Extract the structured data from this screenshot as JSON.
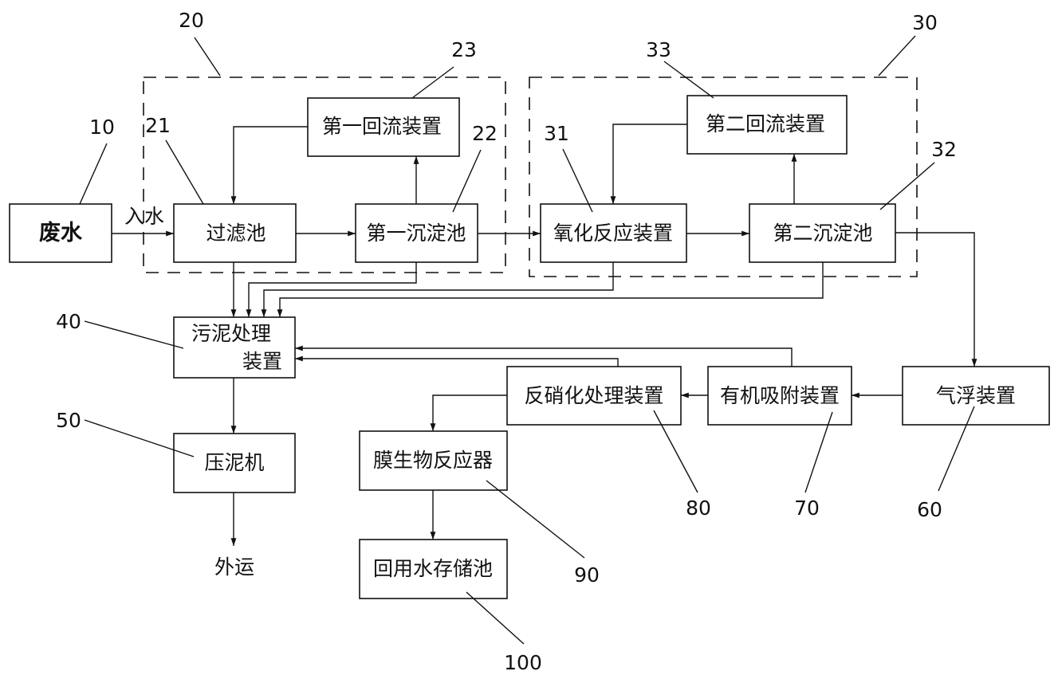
{
  "diagram": {
    "boxes": {
      "wastewater": "废水",
      "filter_tank": "过滤池",
      "first_reflux": "第一回流装置",
      "first_sedimentation": "第一沉淀池",
      "oxidation_reactor": "氧化反应装置",
      "second_reflux": "第二回流装置",
      "second_sedimentation": "第二沉淀池",
      "sludge_treatment_line1": "污泥处理",
      "sludge_treatment_line2": "装置",
      "sludge_press": "压泥机",
      "air_flotation": "气浮装置",
      "organic_adsorption": "有机吸附装置",
      "denitrification": "反硝化处理装置",
      "membrane_bioreactor": "膜生物反应器",
      "reuse_water_storage": "回用水存储池"
    },
    "labels": {
      "water_inlet": "入水",
      "outward_transport": "外运"
    },
    "reference_numbers": {
      "n10": "10",
      "n20": "20",
      "n21": "21",
      "n22": "22",
      "n23": "23",
      "n30": "30",
      "n31": "31",
      "n32": "32",
      "n33": "33",
      "n40": "40",
      "n50": "50",
      "n60": "60",
      "n70": "70",
      "n80": "80",
      "n90": "90",
      "n100": "100"
    }
  }
}
